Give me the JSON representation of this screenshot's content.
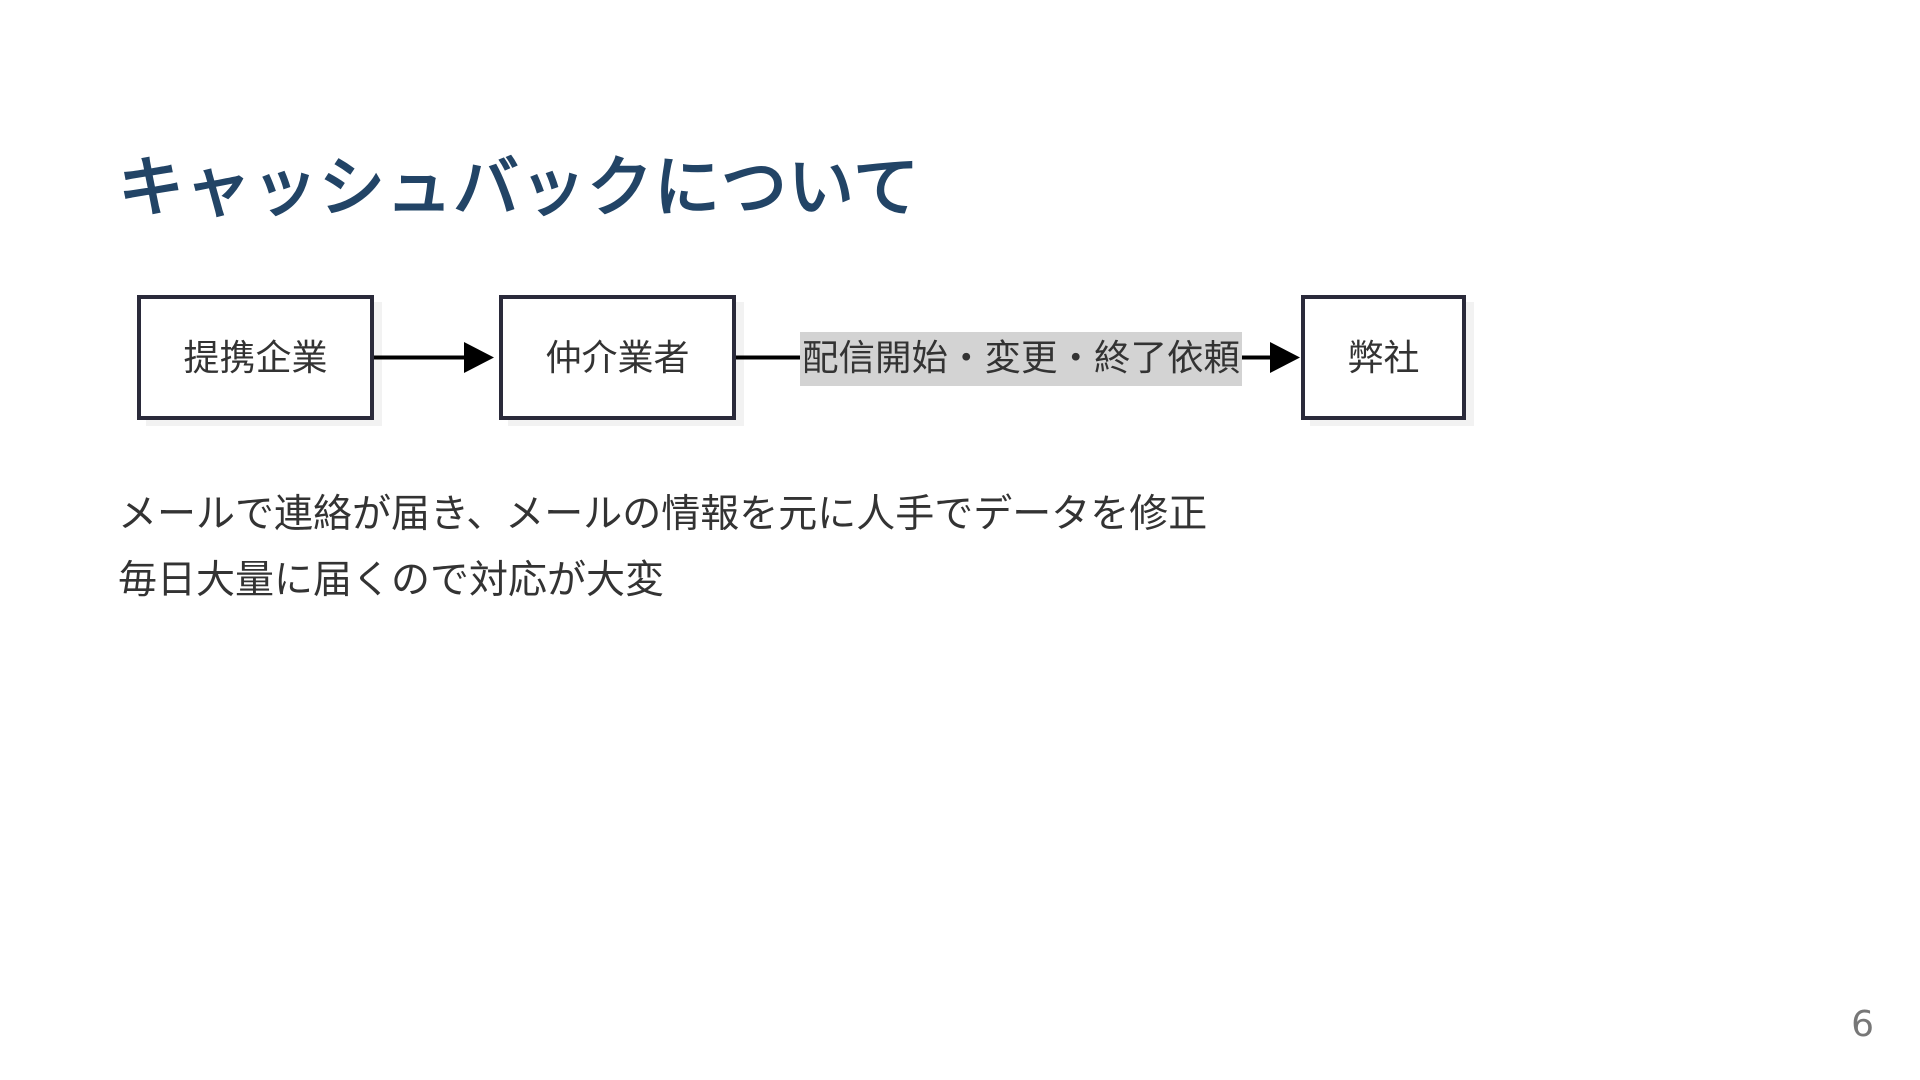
{
  "slide": {
    "title": "キャッシュバックについて",
    "page_number": "6"
  },
  "flow": {
    "nodes": [
      {
        "id": "partner",
        "label": "提携企業"
      },
      {
        "id": "broker",
        "label": "仲介業者"
      },
      {
        "id": "company",
        "label": "弊社"
      }
    ],
    "edges": [
      {
        "from": "partner",
        "to": "broker",
        "label": ""
      },
      {
        "from": "broker",
        "to": "company",
        "label": "配信開始・変更・終了依頼"
      }
    ]
  },
  "body": {
    "lines": [
      "メールで連絡が届き、メールの情報を元に人手でデータを修正",
      "毎日大量に届くので対応が大変"
    ]
  },
  "colors": {
    "title": "#224466",
    "text": "#333333",
    "node_border": "#2a2a3a",
    "edge_label_background": "#d3d3d3"
  }
}
